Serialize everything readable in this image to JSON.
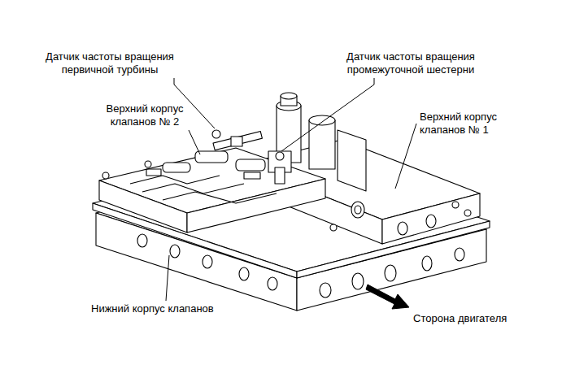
{
  "diagram": {
    "labels": [
      "Датчик частоты вращения первичной турбины",
      "Датчик частоты вращения промежуточной шестерни",
      "Верхний корпус клапанов № 2",
      "Верхний корпус клапанов № 1",
      "Нижний корпус клапанов",
      "Сторона двигателя"
    ]
  }
}
